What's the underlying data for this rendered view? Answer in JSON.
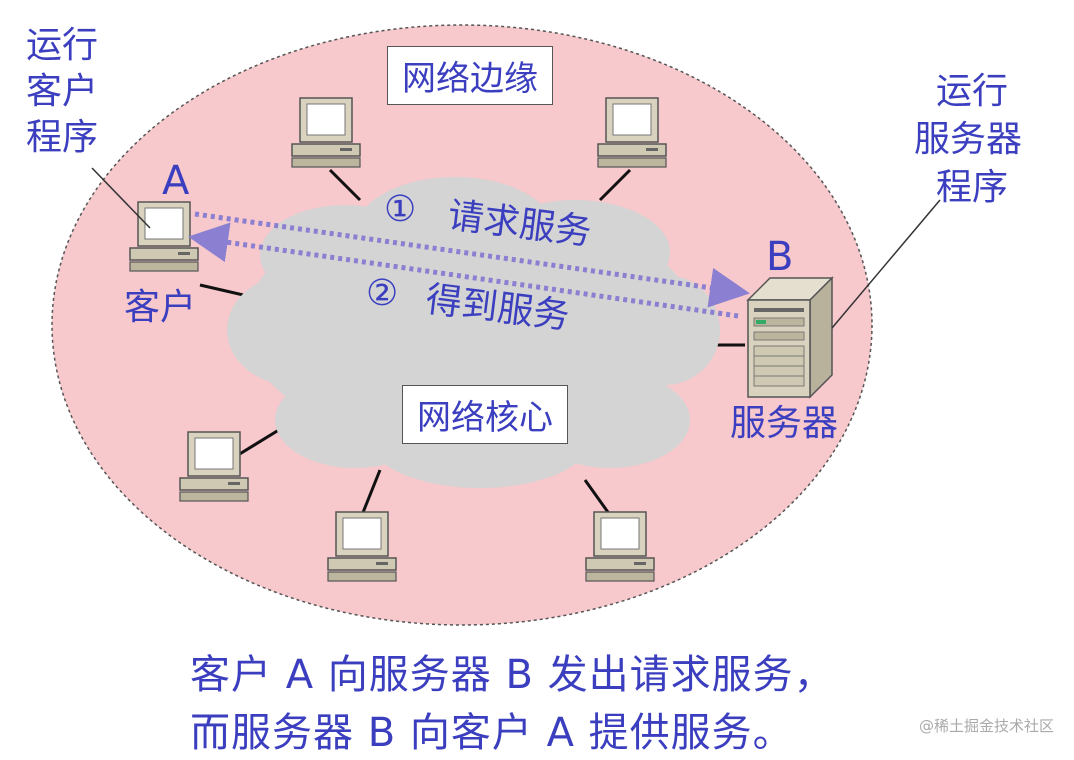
{
  "labels": {
    "network_edge": "网络边缘",
    "network_core": "网络核心",
    "client_program": [
      "运行",
      "客户",
      "程序"
    ],
    "server_program": [
      "运行",
      "服务器",
      "程序"
    ],
    "host_a": "A",
    "host_b": "B",
    "client": "客户",
    "server": "服务器",
    "step1_num": "①",
    "step1_text": "请求服务",
    "step2_num": "②",
    "step2_text": "得到服务"
  },
  "caption": {
    "line1": "客户 A 向服务器 B 发出请求服务，",
    "line2": "而服务器 B 向客户 A 提供服务。"
  },
  "watermark": "@稀土掘金技术社区",
  "colors": {
    "edge_fill": "#f7c8cc",
    "core_fill": "#d4d4d4",
    "text": "#3b3fbf",
    "arrow": "#8a7fd0"
  },
  "icons": [
    "computer-icon",
    "server-tower-icon"
  ]
}
